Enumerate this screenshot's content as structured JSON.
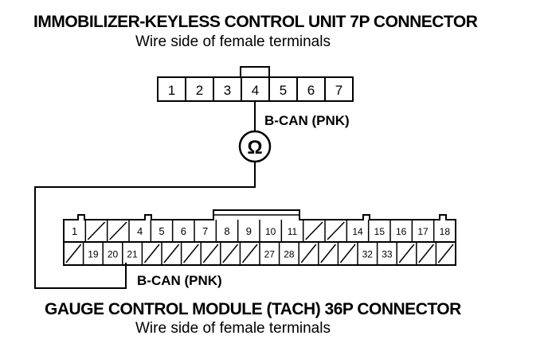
{
  "top_connector": {
    "title": "IMMOBILIZER-KEYLESS CONTROL UNIT 7P CONNECTOR",
    "subtitle": "Wire side of female terminals",
    "terminals": [
      "1",
      "2",
      "3",
      "4",
      "5",
      "6",
      "7"
    ],
    "wire_label": "B-CAN (PNK)"
  },
  "meter": {
    "symbol": "Ω",
    "icon": "ohmmeter-icon"
  },
  "bottom_connector": {
    "title": "GAUGE CONTROL MODULE (TACH) 36P CONNECTOR",
    "subtitle": "Wire side of female terminals",
    "wire_label": "B-CAN (PNK)",
    "row1": [
      "1",
      "",
      "",
      "4",
      "5",
      "6",
      "7",
      "8",
      "9",
      "10",
      "11",
      "",
      "",
      "14",
      "15",
      "16",
      "17",
      "18"
    ],
    "row2": [
      "",
      "19",
      "20",
      "21",
      "",
      "",
      "",
      "",
      "",
      "",
      "27",
      "28",
      "",
      "",
      "",
      "32",
      "33",
      "",
      "",
      ""
    ]
  }
}
